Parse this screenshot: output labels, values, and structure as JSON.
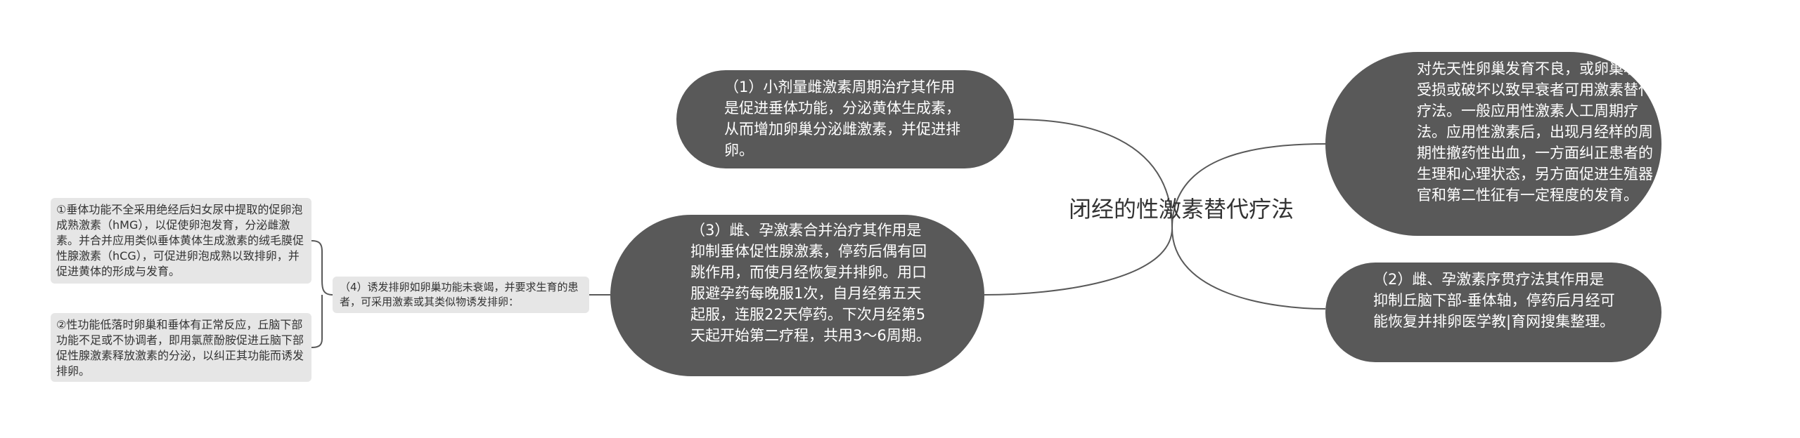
{
  "root": {
    "label": "闭经的性激素替代疗法"
  },
  "branches": {
    "b1": "（1）小剂量雌激素周期治疗其作用是促进垂体功能，分泌黄体生成素，从而增加卵巢分泌雌激素，并促进排卵。",
    "b3": "（3）雌、孕激素合并治疗其作用是抑制垂体促性腺激素，停药后偶有回跳作用，而使月经恢复并排卵。用口服避孕药每晚服1次，自月经第五天起服，连服22天停药。下次月经第5天起开始第二疗程，共用3～6周期。",
    "b4": "（4）诱发排卵如卵巢功能未衰竭，并要求生育的患者，可采用激素或其类似物诱发排卵：",
    "b4_children": [
      "①垂体功能不全采用绝经后妇女尿中提取的促卵泡成熟激素（hMG），以促使卵泡发育，分泌雌激素。并合并应用类似垂体黄体生成激素的绒毛膜促性腺激素（hCG），可促进卵泡成熟以致排卵，并促进黄体的形成与发育。",
      "②性功能低落时卵巢和垂体有正常反应，丘脑下部功能不足或不协调者，即用氯蔗酚胺促进丘脑下部促性腺激素释放激素的分泌，以纠正其功能而诱发排卵。"
    ],
    "r1": "对先天性卵巢发育不良，或卵巢功能受损或破坏以致早衰者可用激素替代疗法。一般应用性激素人工周期疗法。应用性激素后，出现月经样的周期性撤药性出血，一方面纠正患者的生理和心理状态，另方面促进生殖器官和第二性征有一定程度的发育。",
    "r2": "（2）雌、孕激素序贯疗法其作用是抑制丘脑下部-垂体轴，停药后月经可能恢复并排卵医学教|育网搜集整理。"
  },
  "colors": {
    "node_dark": "#595959",
    "node_light": "#e6e6e6",
    "link": "#595959"
  }
}
